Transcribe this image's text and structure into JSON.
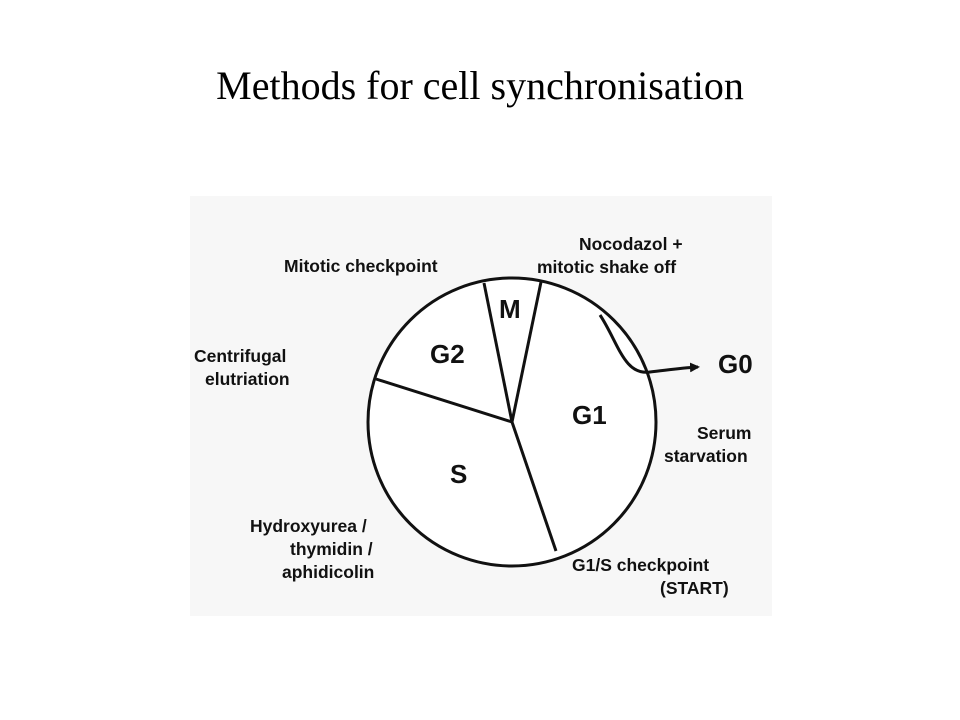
{
  "title": "Methods for cell synchronisation",
  "phases": {
    "m": "M",
    "g1": "G1",
    "s": "S",
    "g2": "G2",
    "g0": "G0"
  },
  "methods": {
    "mitotic_checkpoint": "Mitotic checkpoint",
    "nocodazol_line1": "Nocodazol +",
    "nocodazol_line2": "mitotic shake off",
    "centrifugal_line1": "Centrifugal",
    "centrifugal_line2": "elutriation",
    "serum_line1": "Serum",
    "serum_line2": "starvation",
    "hydroxyurea_line1": "Hydroxyurea /",
    "hydroxyurea_line2": "thymidin /",
    "hydroxyurea_line3": "aphidicolin",
    "g1s_line1": "G1/S checkpoint",
    "g1s_line2": "(START)"
  },
  "colors": {
    "ink": "#111111",
    "panel": "#f7f7f7"
  }
}
